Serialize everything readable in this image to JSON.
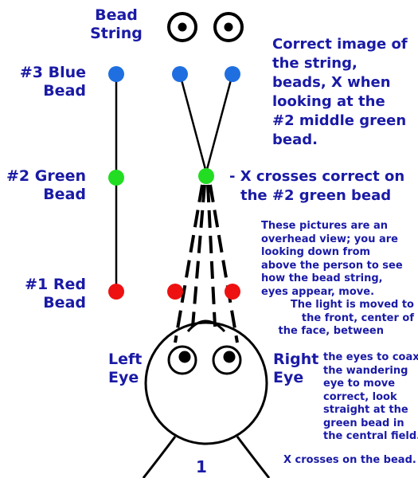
{
  "labels": {
    "bead_string": [
      "Bead",
      "String"
    ],
    "blue_bead": [
      "#3 Blue",
      "Bead"
    ],
    "green_bead": [
      "#2 Green",
      "Bead"
    ],
    "red_bead": [
      "#1 Red",
      "Bead"
    ],
    "correct_image": [
      "Correct image of",
      "the string,",
      "beads, X when",
      "looking at the",
      "#2 middle green",
      "bead."
    ],
    "x_crosses": [
      "- X crosses correct on",
      "the #2 green bead"
    ],
    "overhead_note": [
      "These pictures are an",
      "overhead view; you are",
      "looking down from",
      "above the person to see",
      "how the bead string,",
      "eyes appear, move."
    ],
    "light_note_a": [
      "The light is moved to",
      "the front, center of",
      "the face, between"
    ],
    "light_note_b": [
      "the eyes to coax",
      "the wandering",
      "eye to move",
      "correct, look",
      "straight at the",
      "green bead in",
      "the central field."
    ],
    "x_on_bead": "X crosses on the bead.",
    "left_eye": [
      "Left",
      "Eye"
    ],
    "right_eye": [
      "Right",
      "Eye"
    ],
    "figure_number": "1"
  },
  "colors": {
    "text": "#1a1aa6",
    "blue_bead": "#1f6fe0",
    "green_bead": "#22dd22",
    "red_bead": "#ee1111",
    "line": "#000000"
  }
}
